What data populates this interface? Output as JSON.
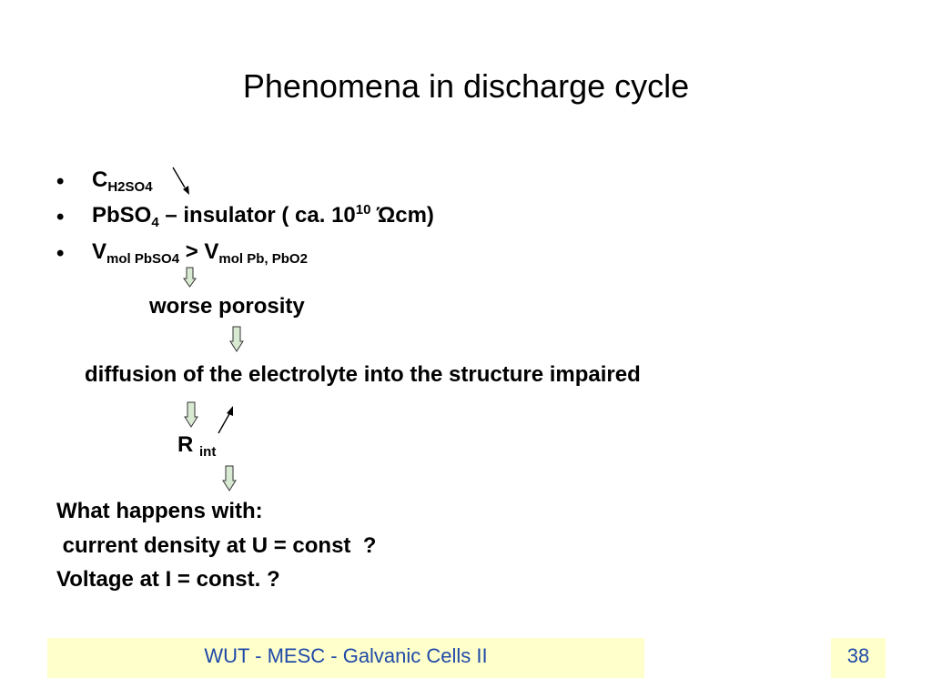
{
  "slide": {
    "title": "Phenomena in discharge cycle",
    "bullets": [
      {
        "main": "C",
        "sub": "H2SO4"
      },
      {
        "main": "PbSO",
        "sub": "4",
        "rest1": " – insulator ( ca. 10",
        "sup": "10",
        "rest2": " Ώcm)"
      },
      {
        "main": "V",
        "sub1": "mol PbSO4",
        "mid": " > V",
        "sub2": "mol Pb, PbO2"
      }
    ],
    "bullet_char": "•",
    "chain": {
      "step1": "worse porosity",
      "step2": "diffusion of the electrolyte into the structure impaired",
      "step3_main": "R ",
      "step3_sub": "int"
    },
    "questions": {
      "heading": "What happens with:",
      "q1": " current density at U = const  ?",
      "q2": "Voltage at I = const. ?"
    }
  },
  "footer": {
    "text": "WUT - MESC - Galvanic Cells II",
    "page": "38"
  },
  "colors": {
    "footer_bg": "#ffffcc",
    "footer_text": "#1f4aa8",
    "arrow_fill": "#d9ead3"
  }
}
